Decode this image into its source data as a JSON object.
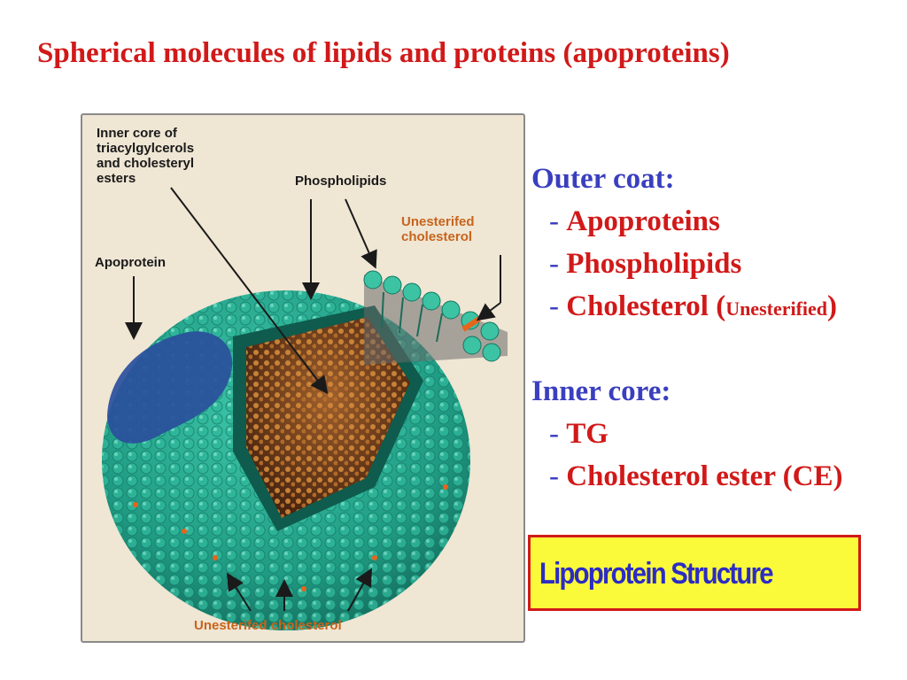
{
  "title": "Spherical molecules of lipids and proteins (apoproteins)",
  "figure": {
    "label_inner_core": [
      "Inner core of",
      "triacylgylcerols",
      "and cholesteryl",
      "esters"
    ],
    "label_phospholipids": "Phospholipids",
    "label_unesterified_top": [
      "Unesterifed",
      "cholesterol"
    ],
    "label_apoprotein": "Apoprotein",
    "label_unesterified_bottom": "Unesterifed cholesterol",
    "colors": {
      "shell": "#1fa58c",
      "core": "#6b3b1c",
      "apoprotein": "#2a4f9c",
      "cholesterol": "#e8641a"
    }
  },
  "outer_coat": {
    "heading": "Outer coat:",
    "items": [
      "Apoproteins",
      "Phospholipids",
      "Cholesterol ("
    ],
    "unesterified": "Unesterified",
    "close_paren": ")"
  },
  "inner_core": {
    "heading": "Inner core:",
    "items": [
      "TG",
      "Cholesterol ester (CE)"
    ]
  },
  "badge": {
    "text": "Lipoprotein Structure",
    "bg": "#fafa3a",
    "border": "#d11919",
    "color": "#2c2cc4"
  }
}
